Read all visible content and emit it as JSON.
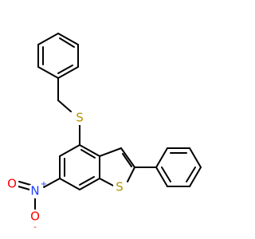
{
  "molecule": {
    "atoms": {
      "s_thioether": {
        "label": "S",
        "color": "#b29400"
      },
      "s_ring": {
        "label": "S",
        "color": "#b29400"
      },
      "n_nitro": {
        "label": "N",
        "color": "#1f3fff",
        "charge": "+"
      },
      "o_double": {
        "label": "O",
        "color": "#ff0000"
      },
      "o_single": {
        "label": "O",
        "color": "#ff0000",
        "charge": "-"
      }
    }
  }
}
